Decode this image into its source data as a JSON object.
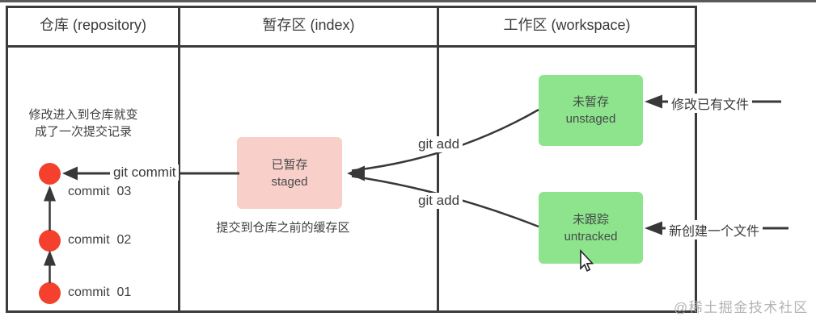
{
  "header": {
    "repository": "仓库 (repository)",
    "index": "暂存区 (index)",
    "workspace": "工作区 (workspace)"
  },
  "repository": {
    "note": "修改进入到仓库就变\n成了一次提交记录",
    "commit_arrow_label": "git commit",
    "commits": [
      {
        "label": "commit  03"
      },
      {
        "label": "commit  02"
      },
      {
        "label": "commit  01"
      }
    ]
  },
  "index": {
    "staged_box": "已暂存\nstaged",
    "caption": "提交到仓库之前的缓存区",
    "git_add_upper": "git add",
    "git_add_lower": "git add"
  },
  "workspace": {
    "unstaged_box": "未暂存\nunstaged",
    "untracked_box": "未跟踪\nuntracked",
    "unstaged_source_label": "修改已有文件",
    "untracked_source_label": "新创建一个文件"
  },
  "watermark": "@稀土掘金技术社区",
  "colors": {
    "line": "#383838",
    "table_border": "#3b3b3b",
    "commit_dot": "#f4402c",
    "staged_box_bg": "#f9cfca",
    "workspace_box_bg": "#8de48c",
    "watermark": "#a9abad"
  }
}
